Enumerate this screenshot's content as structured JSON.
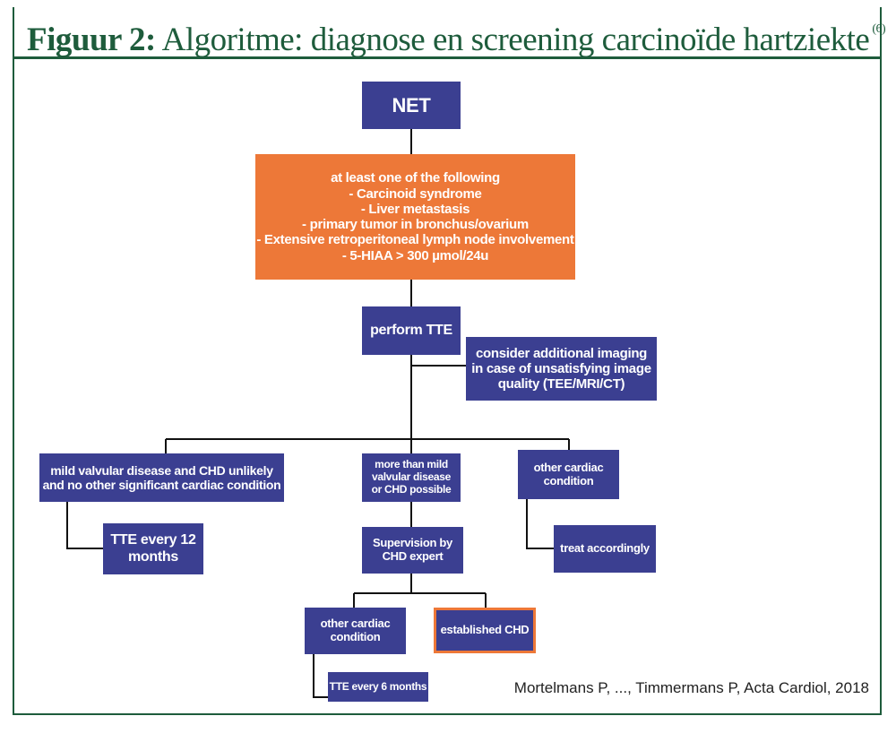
{
  "title": {
    "prefix": "Figuur 2:",
    "text": "Algoritme: diagnose en screening carcinoïde hartziekte",
    "ref": "(6)"
  },
  "nodes": {
    "net": "NET",
    "criteria": "at least one of the following\n- Carcinoid syndrome\n- Liver metastasis\n- primary tumor in bronchus/ovarium\n- Extensive retroperitoneal lymph node involvement\n- 5-HIAA > 300 µmol/24u",
    "tte": "perform TTE",
    "imaging": "consider additional imaging\nin case of unsatisfying image\nquality (TEE/MRI/CT)",
    "mild": "mild valvular disease and CHD unlikely\nand no other significant cardiac condition",
    "tte12": "TTE every 12\nmonths",
    "morethan": "more than mild\nvalvular disease\nor CHD possible",
    "supervision": "Supervision by\nCHD expert",
    "other_top": "other cardiac\ncondition",
    "treat": "treat accordingly",
    "other_bottom": "other cardiac\ncondition",
    "established": "established CHD",
    "tte6": "TTE every 6 months"
  },
  "colors": {
    "green": "#1e5c3c",
    "navy": "#3b3f91",
    "orange": "#ed7838"
  },
  "citation": "Mortelmans P, ..., Timmermans P, Acta Cardiol, 2018"
}
